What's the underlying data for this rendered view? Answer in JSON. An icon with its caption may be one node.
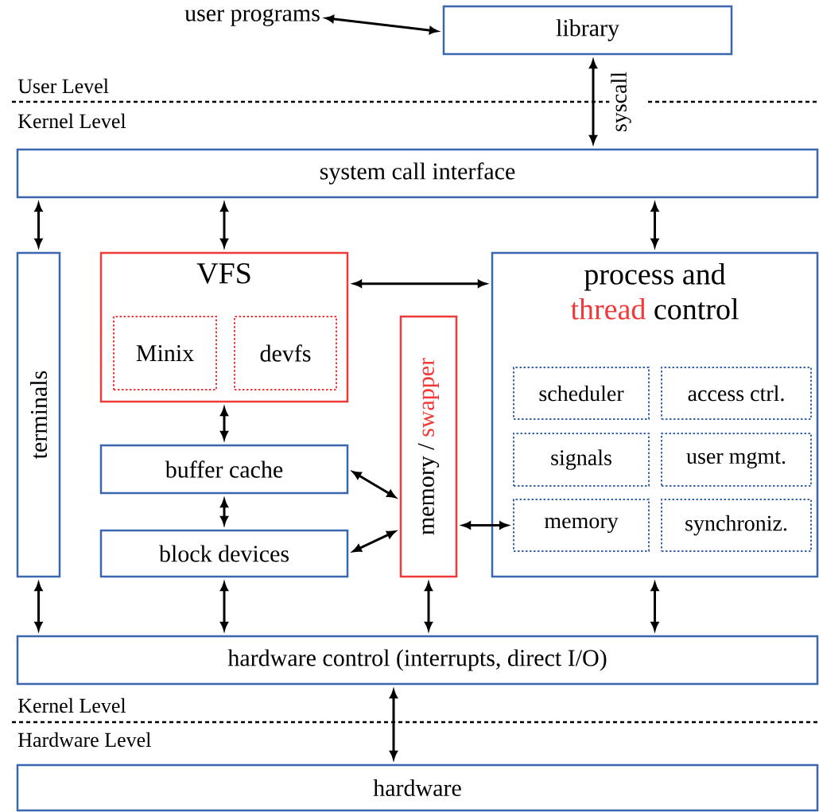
{
  "diagram": {
    "nodes": [
      {
        "text": [
          "user programs"
        ]
      },
      {
        "text": [
          "library"
        ]
      },
      {
        "text": [
          "system call interface"
        ]
      },
      {
        "text": [
          "terminals"
        ]
      },
      {
        "text": [
          "VFS"
        ]
      },
      {
        "text": [
          "Minix"
        ],
        "in": 4
      },
      {
        "text": [
          "devfs"
        ],
        "in": 4
      },
      {
        "text": [
          "memory /",
          "swapper"
        ]
      },
      {
        "text": [
          "process and",
          "thread",
          "control"
        ]
      },
      {
        "text": [
          "scheduler"
        ],
        "in": 8
      },
      {
        "text": [
          "access ctrl."
        ],
        "in": 8
      },
      {
        "text": [
          "signals"
        ],
        "in": 8
      },
      {
        "text": [
          "user mgmt."
        ],
        "in": 8
      },
      {
        "text": [
          "memory"
        ],
        "in": 8
      },
      {
        "text": [
          "synchroniz."
        ],
        "in": 8
      },
      {
        "text": [
          "buffer cache"
        ]
      },
      {
        "text": [
          "block devices"
        ]
      },
      {
        "text": [
          "hardware control (interrupts, direct I/O)"
        ]
      },
      {
        "text": [
          "hardware"
        ]
      }
    ],
    "edges": [
      {
        "from": 0,
        "to": 1,
        "arrow": "both"
      },
      {
        "from": 1,
        "to": 2,
        "arrow": "both",
        "label": "syscall"
      },
      {
        "from": 2,
        "to": 3,
        "arrow": "both"
      },
      {
        "from": 2,
        "to": 4,
        "arrow": "both"
      },
      {
        "from": 2,
        "to": 8,
        "arrow": "both"
      },
      {
        "from": 4,
        "to": 8,
        "arrow": "both"
      },
      {
        "from": 4,
        "to": 15,
        "arrow": "both"
      },
      {
        "from": 15,
        "to": 16,
        "arrow": "both"
      },
      {
        "from": 15,
        "to": 7,
        "arrow": "both"
      },
      {
        "from": 16,
        "to": 7,
        "arrow": "both"
      },
      {
        "from": 7,
        "to": 13,
        "arrow": "both"
      },
      {
        "from": 3,
        "to": 17,
        "arrow": "both"
      },
      {
        "from": 16,
        "to": 17,
        "arrow": "both"
      },
      {
        "from": 7,
        "to": 17,
        "arrow": "both"
      },
      {
        "from": 8,
        "to": 17,
        "arrow": "both"
      },
      {
        "from": 17,
        "to": 18,
        "arrow": "both"
      }
    ],
    "labels": [
      "User Level",
      "Kernel Level",
      "Kernel Level",
      "Hardware Level"
    ]
  }
}
